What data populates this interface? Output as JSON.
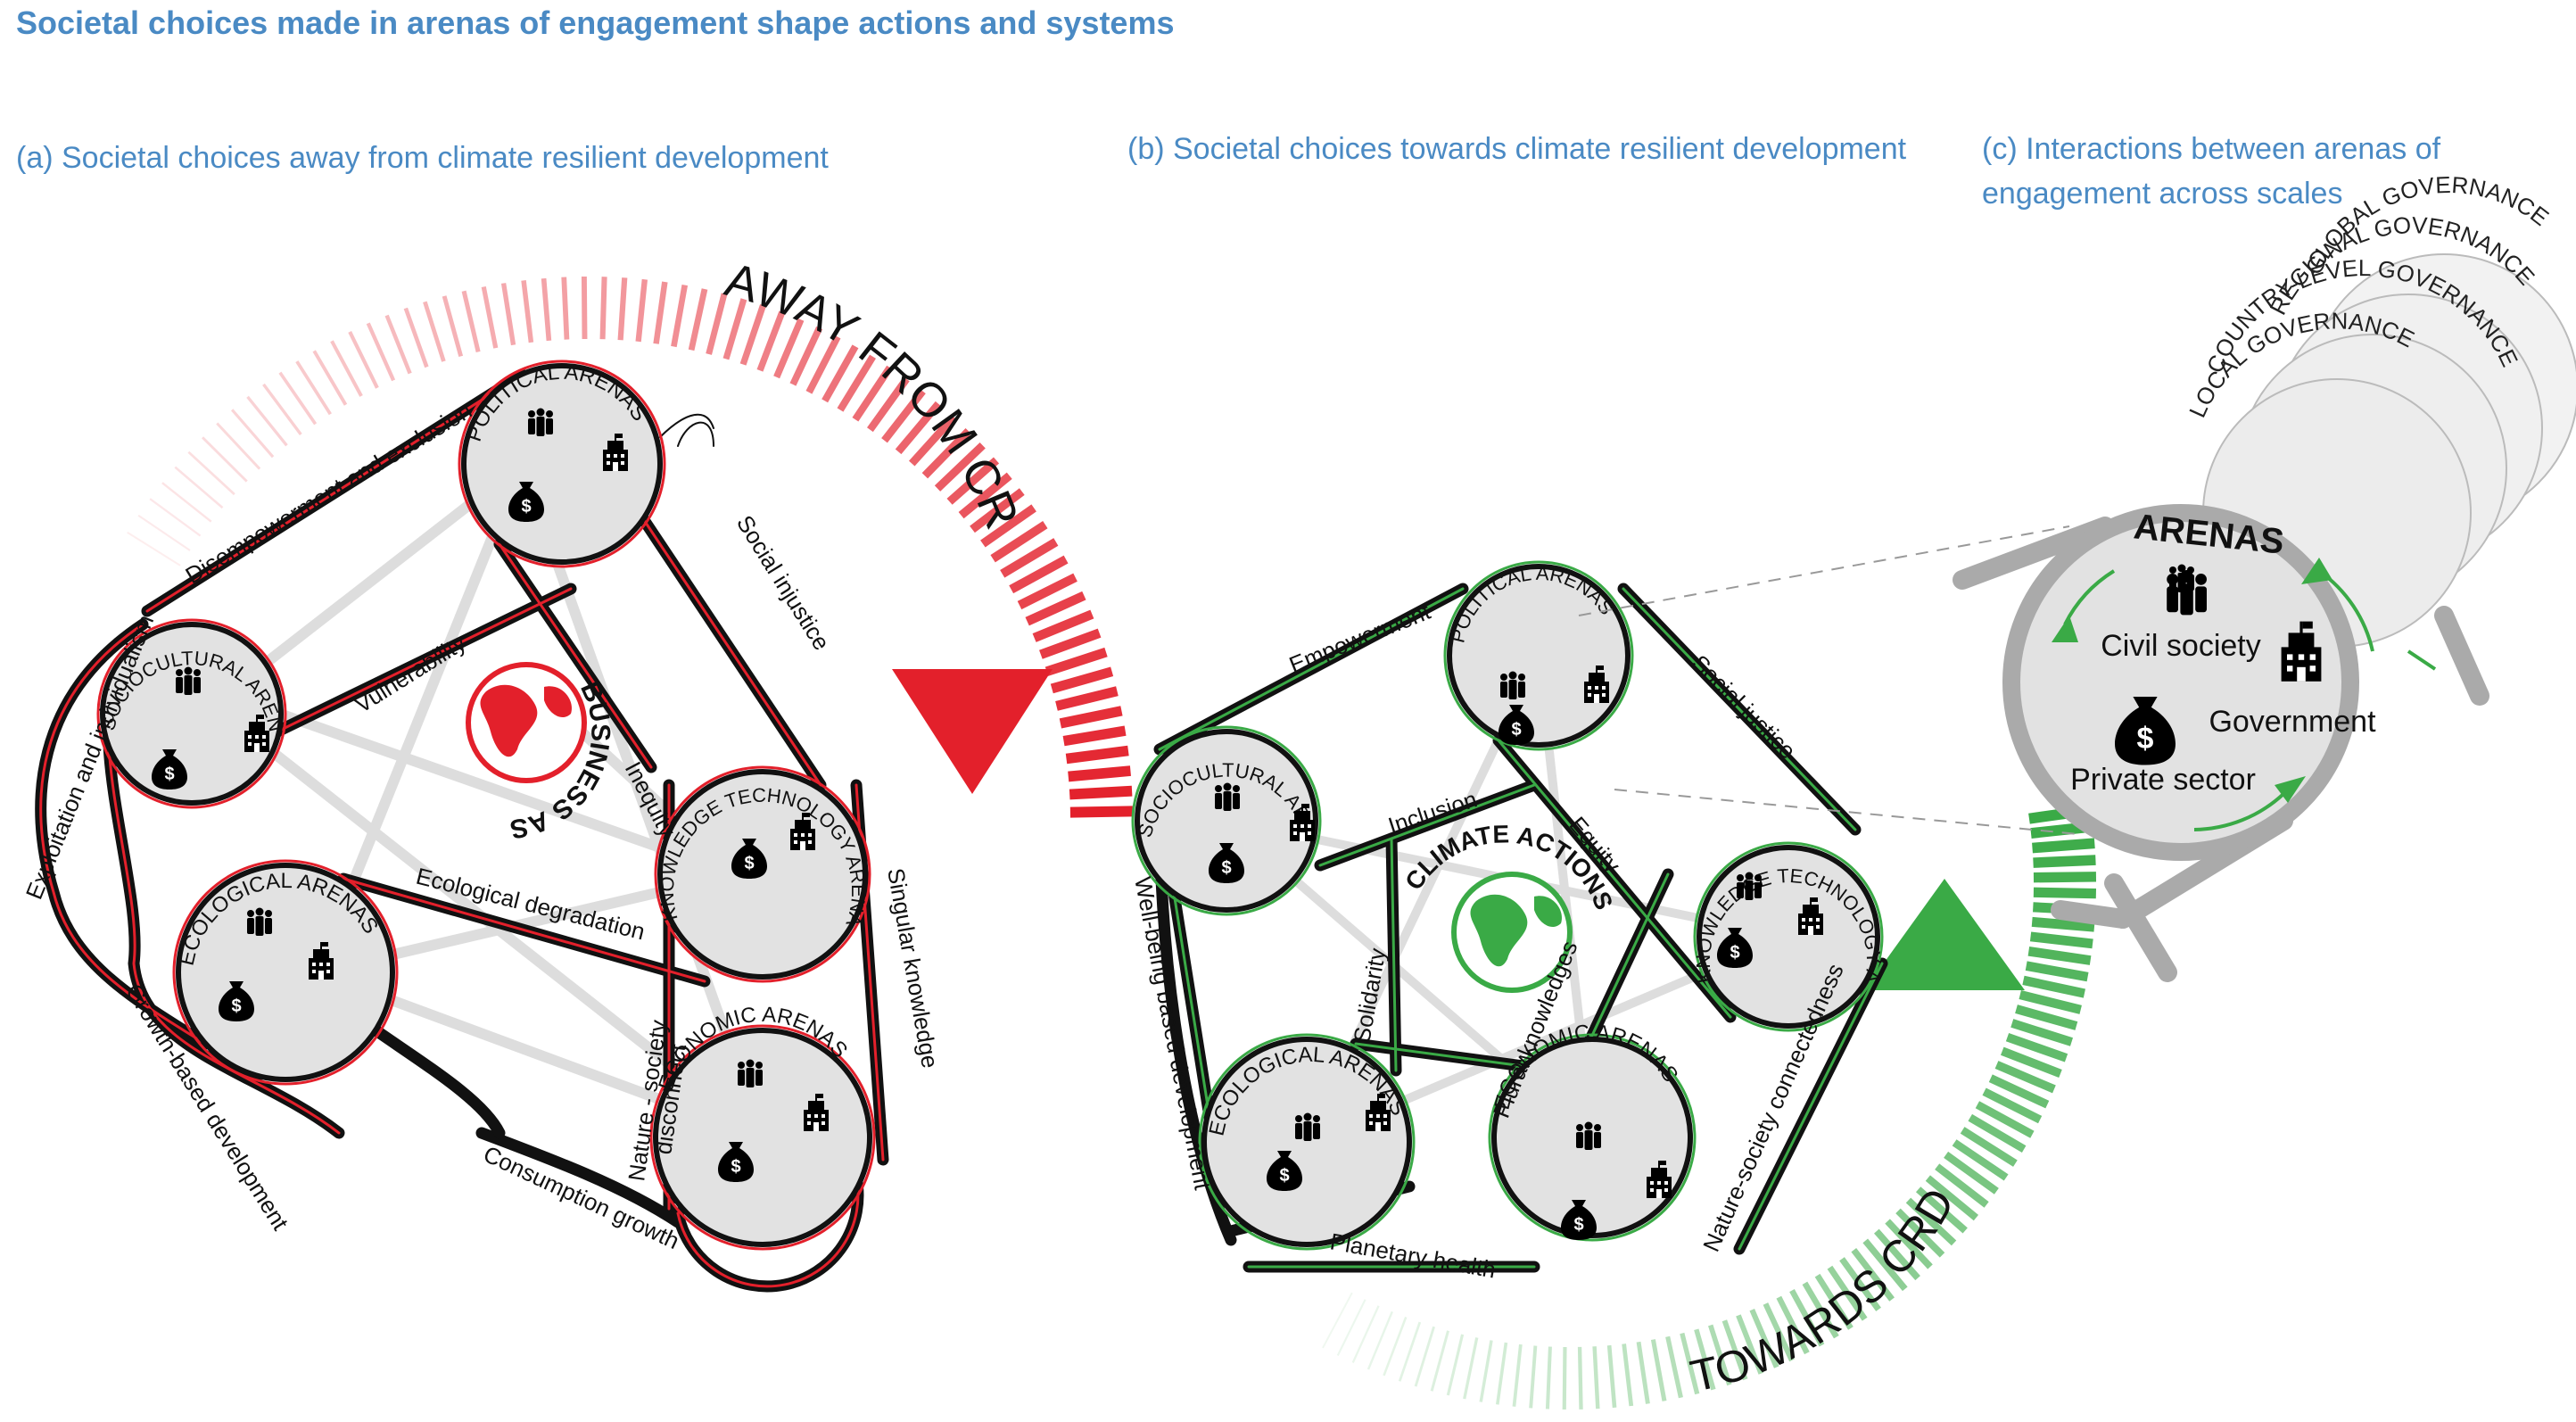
{
  "title": "Societal choices made in arenas of engagement shape actions and systems",
  "panels": {
    "a": {
      "heading": "(a) Societal choices away from climate resilient development",
      "arrow_label": "AWAY FROM CRD",
      "center_label": "BUSINESS AS USUAL",
      "arenas": {
        "political": "POLITICAL ARENAS",
        "sociocultural": "SOCIOCULTURAL ARENAS",
        "ecological": "ECOLOGICAL ARENAS",
        "knowledge": "KNOWLEDGE TECHNOLOGY ARENAS",
        "economic": "ECONOMIC ARENAS"
      },
      "links": {
        "disempowerment": "Disempowerment and exclusion",
        "exploitation": "Exploitation and individualism",
        "social_injustice": "Social injustice",
        "vulnerability": "Vulnerability",
        "inequity": "Inequity",
        "ecological_degradation": "Ecological degradation",
        "singular_knowledge": "Singular knowledge",
        "growth_based": "Growth-based development",
        "nature_society_1": "Nature - society",
        "nature_society_2": "disconnect",
        "consumption_growth": "Consumption growth"
      }
    },
    "b": {
      "heading": "(b) Societal choices towards climate resilient development",
      "arrow_label": "TOWARDS CRD",
      "center_label": "CLIMATE ACTIONS",
      "arenas": {
        "political": "POLITICAL ARENAS",
        "sociocultural": "SOCIOCULTURAL ARENAS",
        "ecological": "ECOLOGICAL ARENAS",
        "knowledge": "KNOWLEDGE TECHNOLOGY ARENAS",
        "economic": "ECONOMIC ARENAS"
      },
      "links": {
        "empowerment": "Empowerment",
        "social_justice": "Social justice",
        "inclusion": "Inclusion",
        "equity": "Equity",
        "solidarity": "Solidarity",
        "plural_knowledges": "Plural knowledges",
        "wellbeing": "Well-being based development",
        "planetary_health": "Planetary health",
        "nature_society_connectedness": "Nature-society connectedness"
      }
    },
    "c": {
      "heading_line1": "(c) Interactions between arenas of",
      "heading_line2": "engagement across scales",
      "governance": [
        "GLOBAL GOVERNANCE",
        "REGIONAL GOVERNANCE",
        "COUNTRY-LEVEL GOVERNANCE",
        "LOCAL GOVERNANCE"
      ],
      "arenas_title": "ARENAS",
      "actors": {
        "civil": "Civil society",
        "government": "Government",
        "private": "Private sector"
      }
    }
  },
  "colors": {
    "title": "#4a8ac4",
    "away_red": "#e3202b",
    "towards_green": "#3aaa46",
    "arena_fill": "#e2e2e2",
    "background_links": "#dddddd"
  },
  "icons": [
    "people-icon",
    "building-icon",
    "money-bag-icon",
    "globe-icon"
  ]
}
